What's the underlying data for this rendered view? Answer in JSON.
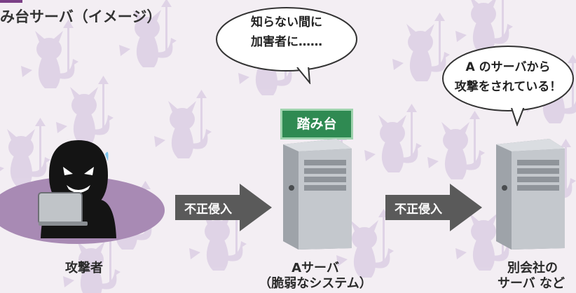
{
  "title": "み台サーバ（イメージ）",
  "bubbles": {
    "victim_thought_line1": "知らない間に",
    "victim_thought_line2": "加害者に……",
    "target_thought_line1": "A のサーバから",
    "target_thought_line2": "攻撃をされている！"
  },
  "fumidai_label": "踏み台",
  "arrows": {
    "first": "不正侵入",
    "second": "不正侵入"
  },
  "captions": {
    "attacker": "攻撃者",
    "server_a_line1": "Aサーバ",
    "server_a_line2": "（脆弱なシステム）",
    "other_line1": "別会社の",
    "other_line2": "サーバ など"
  },
  "colors": {
    "background": "#f3eef3",
    "devil_pattern": "#dccfe4",
    "attacker_disc": "#a88ab4",
    "fumidai_green": "#2f8a52",
    "arrow_gray": "#5a5a5a",
    "server_gray": "#a9adb3",
    "title_purple": "#7b3f86"
  },
  "icons": [
    "devil-background-icon",
    "hacker-icon",
    "laptop-icon",
    "server-icon"
  ]
}
